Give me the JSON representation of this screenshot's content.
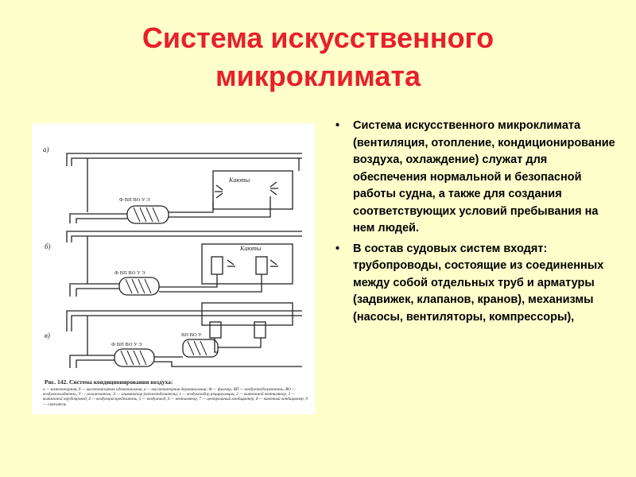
{
  "slide": {
    "title_line1": "Система искусственного",
    "title_line2": "микроклимата",
    "title_color": "#E8202A",
    "background": "#FFFFCC"
  },
  "bullets": [
    "Система искусственного микроклимата (вентиляция, отопление, кондиционирование воздуха, охлаждение) служат для обеспечения нормальной и безопасной работы судна, а также для создания соответствующих условий пребывания на нем людей.",
    "В состав судовых систем входят: трубопроводы, состоящие из соединенных между собой отдельных труб и арматуры (задвижек, клапанов, кранов), механизмы (насосы, вентиляторы, компрессоры),"
  ],
  "figure": {
    "variant_labels": [
      "а)",
      "б)",
      "в)"
    ],
    "cabin_label": "Каюты",
    "unit_label": "Ф ВП ВО У Э",
    "unit_label_2": "ВП ВО У",
    "caption_title": "Рис. 142. Система кондиционирования воздуха:",
    "caption_text": "а — низконапорная, б — высоконапорная одноканальная, в — высоконапорная двухканальная; Ф — фильтр, ВП — воздухоподогреватель, ВО — воздухоохладитель, У — увлажнитель, Э — элиминатор (каплеотделитель), 1 — воздухозабор рециркуляции, 2 — вытяжной вентилятор, 3 — вытяжной трубопровод, 4 — воздухораспределитель, 5 — воздуховод, 6 — вентилятор, 7 — центральный кондиционер, 8 — каютный кондиционер, 9 — смеситель"
  }
}
